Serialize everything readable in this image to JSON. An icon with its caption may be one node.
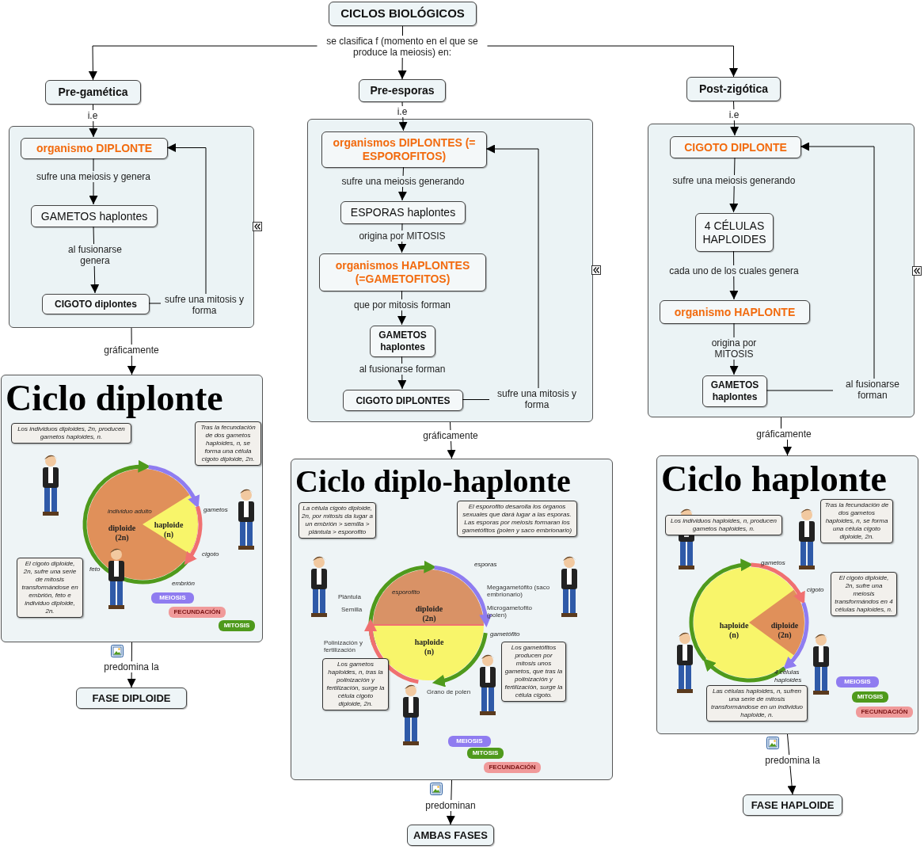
{
  "diagram": {
    "nodes": [
      {
        "text": [
          "CICLOS BIOLÓGICOS"
        ]
      },
      {
        "text": [
          "Pre-gamética"
        ]
      },
      {
        "text": [
          "Pre-esporas"
        ]
      },
      {
        "text": [
          "Post-zigótica"
        ]
      },
      {
        "text": [],
        "shape": "box"
      },
      {
        "text": [
          "organismo DIPLONTE"
        ],
        "in": 4
      },
      {
        "text": [
          "GAMETOS haplontes"
        ],
        "in": 4
      },
      {
        "text": [
          "CIGOTO diplontes"
        ],
        "in": 4
      },
      {
        "text": [
          "Ciclo diplonte",
          "individuo adulto",
          "diploide (2n)",
          "haploide (n)",
          "gametos",
          "cigoto",
          "embrión",
          "feto"
        ]
      },
      {
        "text": [
          "FASE DIPLOIDE"
        ]
      },
      {
        "text": [],
        "shape": "box"
      },
      {
        "text": [
          "organismos DIPLONTES (= ESPOROFITOS)"
        ],
        "in": 10
      },
      {
        "text": [
          "ESPORAS haplontes"
        ],
        "in": 10
      },
      {
        "text": [
          "organismos HAPLONTES (=GAMETOFITOS)"
        ],
        "in": 10
      },
      {
        "text": [
          "GAMETOS haplontes"
        ],
        "in": 10
      },
      {
        "text": [
          "CIGOTO DIPLONTES"
        ],
        "in": 10
      },
      {
        "text": [
          "Ciclo diplo-haplonte",
          "esporas",
          "esporofito",
          "Plántula",
          "Semilla",
          "diploide (2n)",
          "Megagametófito (saco embrionario)",
          "Microgametofito (polen)",
          "haploide (n)",
          "gametófito",
          "Polinización y fertilización",
          "Grano de polen"
        ]
      },
      {
        "text": [
          "AMBAS FASES"
        ]
      },
      {
        "text": [],
        "shape": "box"
      },
      {
        "text": [
          "CIGOTO DIPLONTE"
        ],
        "in": 18
      },
      {
        "text": [
          "4 CÉLULAS HAPLOIDES"
        ],
        "in": 18
      },
      {
        "text": [
          "organismo HAPLONTE"
        ],
        "in": 18
      },
      {
        "text": [
          "GAMETOS haplontes"
        ],
        "in": 18
      },
      {
        "text": [
          "Ciclo haplonte",
          "gametos",
          "cigoto",
          "haploide (n)",
          "diploide (2n)",
          "4 células haploides"
        ]
      },
      {
        "text": [
          "FASE HAPLOIDE"
        ]
      },
      {
        "text": [
          "Los individuos diploides, 2n, producen gametos haploides, n."
        ],
        "in": 8
      },
      {
        "text": [
          "Tras la fecundación de dos gametos haploides, n, se forma una célula cigoto diploide, 2n."
        ],
        "in": 8
      },
      {
        "text": [
          "El cigoto diploide, 2n, sufre una serie de mitosis transformándose en embrión, feto e individuo diploide, 2n."
        ],
        "in": 8
      },
      {
        "text": [
          "MEIOSIS"
        ],
        "in": 8
      },
      {
        "text": [
          "FECUNDACIÓN"
        ],
        "in": 8
      },
      {
        "text": [
          "MITOSIS"
        ],
        "in": 8
      },
      {
        "text": [
          "La célula cigoto diploide, 2n, por mitosis da lugar a un embrión > semilla > plántula > esporofito"
        ],
        "in": 16
      },
      {
        "text": [
          "El esporofito desarolla los órganos sexuales que dará lugar a las esporas. Las esporas por meiosis formaran los gametófitos (polen y saco embrionario)"
        ],
        "in": 16
      },
      {
        "text": [
          "Los gametos haploides, n, tras la polinización y fertilización, surge la célula cigoto diploide, 2n."
        ],
        "in": 16
      },
      {
        "text": [
          "Los gametófitos producen por mitosis unos gametos, que tras la polinización y fertilización, surge la célula cigoto."
        ],
        "in": 16
      },
      {
        "text": [
          "MEIOSIS"
        ],
        "in": 16
      },
      {
        "text": [
          "MITOSIS"
        ],
        "in": 16
      },
      {
        "text": [
          "FECUNDACIÓN"
        ],
        "in": 16
      },
      {
        "text": [
          "Los individuos haploides, n, producen gametos haploides, n."
        ],
        "in": 23
      },
      {
        "text": [
          "Tras la fecundación de dos gametos haploides, n, se forma una célula cigoto diploide, 2n."
        ],
        "in": 23
      },
      {
        "text": [
          "El cigoto diploide, 2n, sufre una meiosis transformándos en 4 células haploides, n."
        ],
        "in": 23
      },
      {
        "text": [
          "Las células haploides, n, sufren una serie de mitosis transformándose en un individuo haploide, n."
        ],
        "in": 23
      },
      {
        "text": [
          "MEIOSIS"
        ],
        "in": 23
      },
      {
        "text": [
          "MITOSIS"
        ],
        "in": 23
      },
      {
        "text": [
          "FECUNDACIÓN"
        ],
        "in": 23
      }
    ],
    "edges": [
      {
        "from": 0,
        "to": 1,
        "arrow": "to"
      },
      {
        "from": 0,
        "to": 2,
        "arrow": "to",
        "label": "se clasifica f (momento en el que se produce la meiosis) en:"
      },
      {
        "from": 0,
        "to": 3,
        "arrow": "to"
      },
      {
        "from": 1,
        "to": 5,
        "arrow": "to",
        "label": "i.e"
      },
      {
        "from": 2,
        "to": 11,
        "arrow": "to",
        "label": "i.e"
      },
      {
        "from": 3,
        "to": 19,
        "arrow": "to",
        "label": "i.e"
      },
      {
        "from": 5,
        "to": 6,
        "arrow": "to",
        "label": "sufre una meiosis y genera"
      },
      {
        "from": 6,
        "to": 7,
        "arrow": "to",
        "label": "al fusionarse genera"
      },
      {
        "from": 7,
        "to": 5,
        "arrow": "to",
        "label": "sufre una mitosis y forma"
      },
      {
        "from": 4,
        "to": 8,
        "arrow": "to",
        "label": "gráficamente"
      },
      {
        "from": 8,
        "to": 9,
        "arrow": "to",
        "label": "predomina la"
      },
      {
        "from": 11,
        "to": 12,
        "arrow": "to",
        "label": "sufre una meiosis generando"
      },
      {
        "from": 12,
        "to": 13,
        "arrow": "to",
        "label": "origina por MITOSIS"
      },
      {
        "from": 13,
        "to": 14,
        "arrow": "to",
        "label": "que por mitosis forman"
      },
      {
        "from": 14,
        "to": 15,
        "arrow": "to",
        "label": "al fusionarse forman"
      },
      {
        "from": 15,
        "to": 11,
        "arrow": "to",
        "label": "sufre una mitosis y forma"
      },
      {
        "from": 10,
        "to": 16,
        "arrow": "to",
        "label": "gráficamente"
      },
      {
        "from": 16,
        "to": 17,
        "arrow": "to",
        "label": "predominan"
      },
      {
        "from": 19,
        "to": 20,
        "arrow": "to",
        "label": "sufre una meiosis generando"
      },
      {
        "from": 20,
        "to": 21,
        "arrow": "to",
        "label": "cada uno de los cuales genera"
      },
      {
        "from": 21,
        "to": 22,
        "arrow": "to",
        "label": "origina por MITOSIS"
      },
      {
        "from": 22,
        "to": 19,
        "arrow": "to",
        "label": "al fusionarse forman"
      },
      {
        "from": 18,
        "to": 23,
        "arrow": "to",
        "label": "gráficamente"
      },
      {
        "from": 23,
        "to": 24,
        "arrow": "to",
        "label": "predomina la"
      }
    ]
  }
}
